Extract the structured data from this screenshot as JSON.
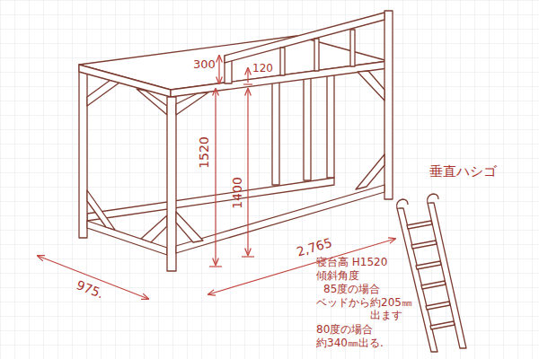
{
  "diagram": {
    "labels": [
      "300",
      "120",
      "1520",
      "1400",
      "2,765",
      "975.",
      "垂直ハシゴ",
      "寝台高 H1520",
      "傾斜角度",
      "85度の場合",
      "ベッドから約205㎜",
      "出ます",
      "80度の場合",
      "約340㎜出る."
    ]
  }
}
